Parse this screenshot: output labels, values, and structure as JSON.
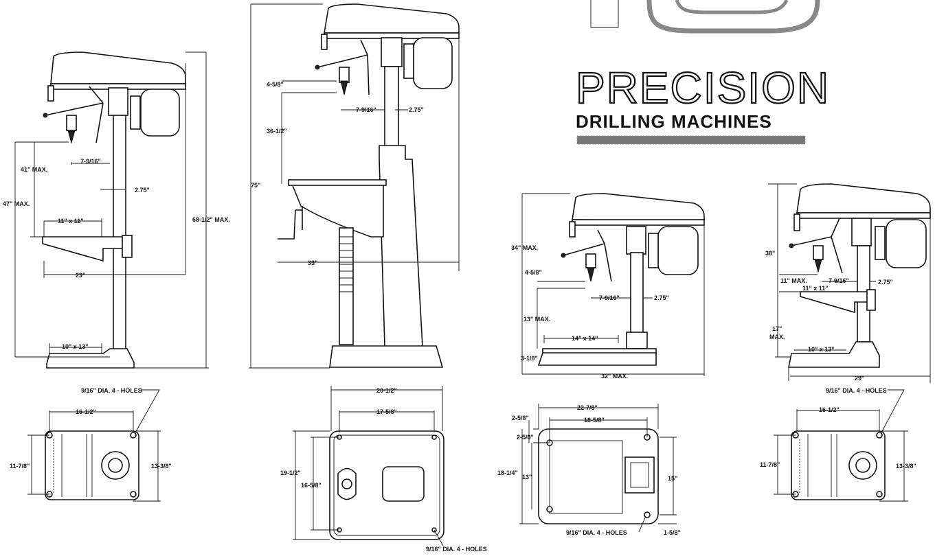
{
  "brand": {
    "line1": "PRECISION",
    "line2": "DRILLING MACHINES",
    "bar_color": "#777777"
  },
  "labels": {
    "m1": {
      "d1": "41\" MAX.",
      "d2": "47\" MAX.",
      "d3": "7-9/16\"",
      "d4": "2.75\"",
      "d5": "11\" x 11\"",
      "d6": "29\"",
      "d7": "10\" x 13\"",
      "d8": "68-1/2\" MAX."
    },
    "m2": {
      "d1": "4-5/8\"",
      "d2": "7-9/16\"",
      "d3": "2.75\"",
      "d4": "36-1/2\"",
      "d5": "75\"",
      "d6": "33\""
    },
    "m3": {
      "d1": "34\" MAX.",
      "d2": "4-5/8\"",
      "d3": "7-9/16\"",
      "d4": "2.75\"",
      "d5": "13\" MAX.",
      "d6": "14\" x 14\"",
      "d7": "3-1/8\"",
      "d8": "32\" MAX."
    },
    "m4": {
      "d1": "38\"",
      "d2": "11\" MAX.",
      "d3": "11\" x 11\"",
      "d4": "7-9/16\"",
      "d5": "2.75\"",
      "d6": "17\"",
      "d7": "MAX.",
      "d8": "10\" x 13\"",
      "d9": "29\""
    },
    "b1": {
      "d1": "9/16\" DIA. 4 - HOLES",
      "d2": "16-1/2\"",
      "d3": "11-7/8\"",
      "d4": "13-3/8\""
    },
    "b2": {
      "d1": "20-1/2\"",
      "d2": "17-5/8\"",
      "d3": "19-1/2\"",
      "d4": "16-5/8\"",
      "d5": "9/16\" DIA. 4 - HOLES"
    },
    "b3": {
      "d1": "22-7/8\"",
      "d2": "18-5/8\"",
      "d3": "2-5/8\"",
      "d4": "2-5/8\"",
      "d5": "18-1/4\"",
      "d6": "13\"",
      "d7": "15\"",
      "d8": "9/16\" DIA. 4 - HOLES",
      "d9": "1-5/8\""
    },
    "b4": {
      "d1": "9/16\" DIA. 4 - HOLES",
      "d2": "16-1/2\"",
      "d3": "11-7/8\"",
      "d4": "13-3/8\""
    }
  }
}
